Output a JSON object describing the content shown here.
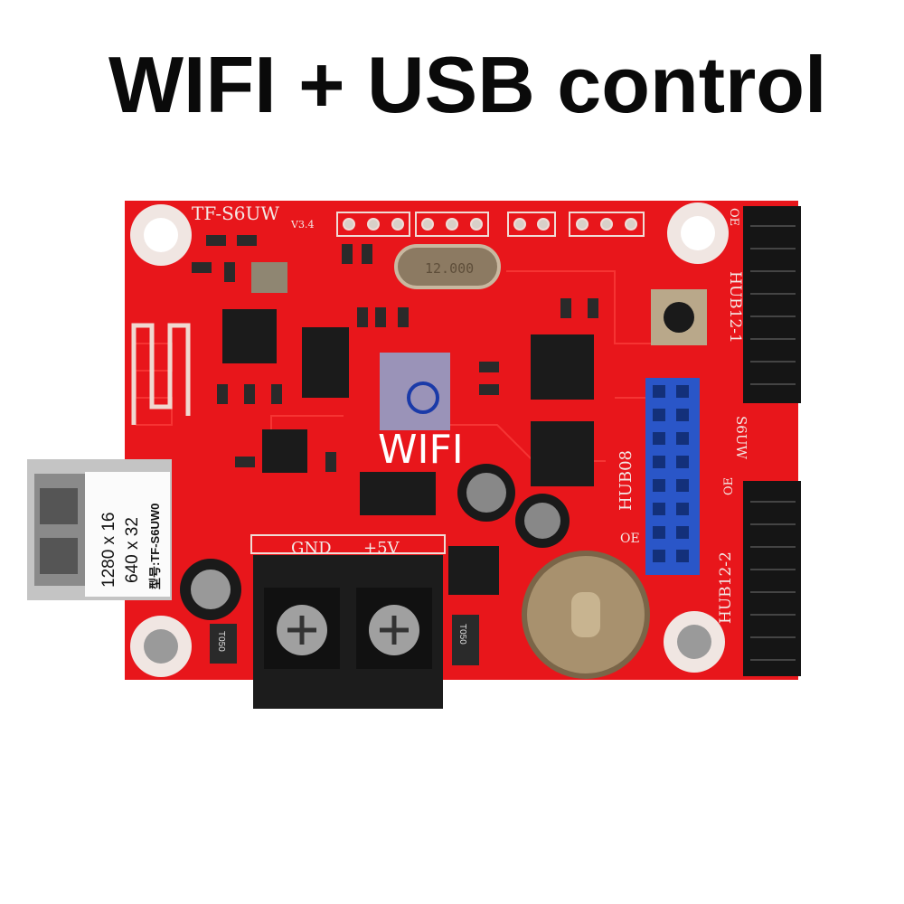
{
  "headline": "WIFI + USB control",
  "board": {
    "model": "TF-S6UW",
    "version": "V3.4",
    "crystal": "12.000",
    "wifi_overlay": "WIFI",
    "power_gnd": "GND",
    "power_5v": "+5V",
    "hub08": "HUB08",
    "hub12_1": "HUB12-1",
    "hub12_2": "HUB12-2",
    "side_model": "S6UW",
    "oe_1": "OE",
    "oe_2": "OE",
    "oe_3": "OE",
    "diode_1": "T050",
    "diode_2": "T050",
    "sticker": {
      "line1": "1280 x 16",
      "line2": "640 x 32",
      "line3": "型号:TF-S6UW0"
    }
  },
  "colors": {
    "pcb": "#e8161b",
    "header_blue": "#2a56c8",
    "header_black": "#151515",
    "terminal": "#1c1c1c"
  }
}
